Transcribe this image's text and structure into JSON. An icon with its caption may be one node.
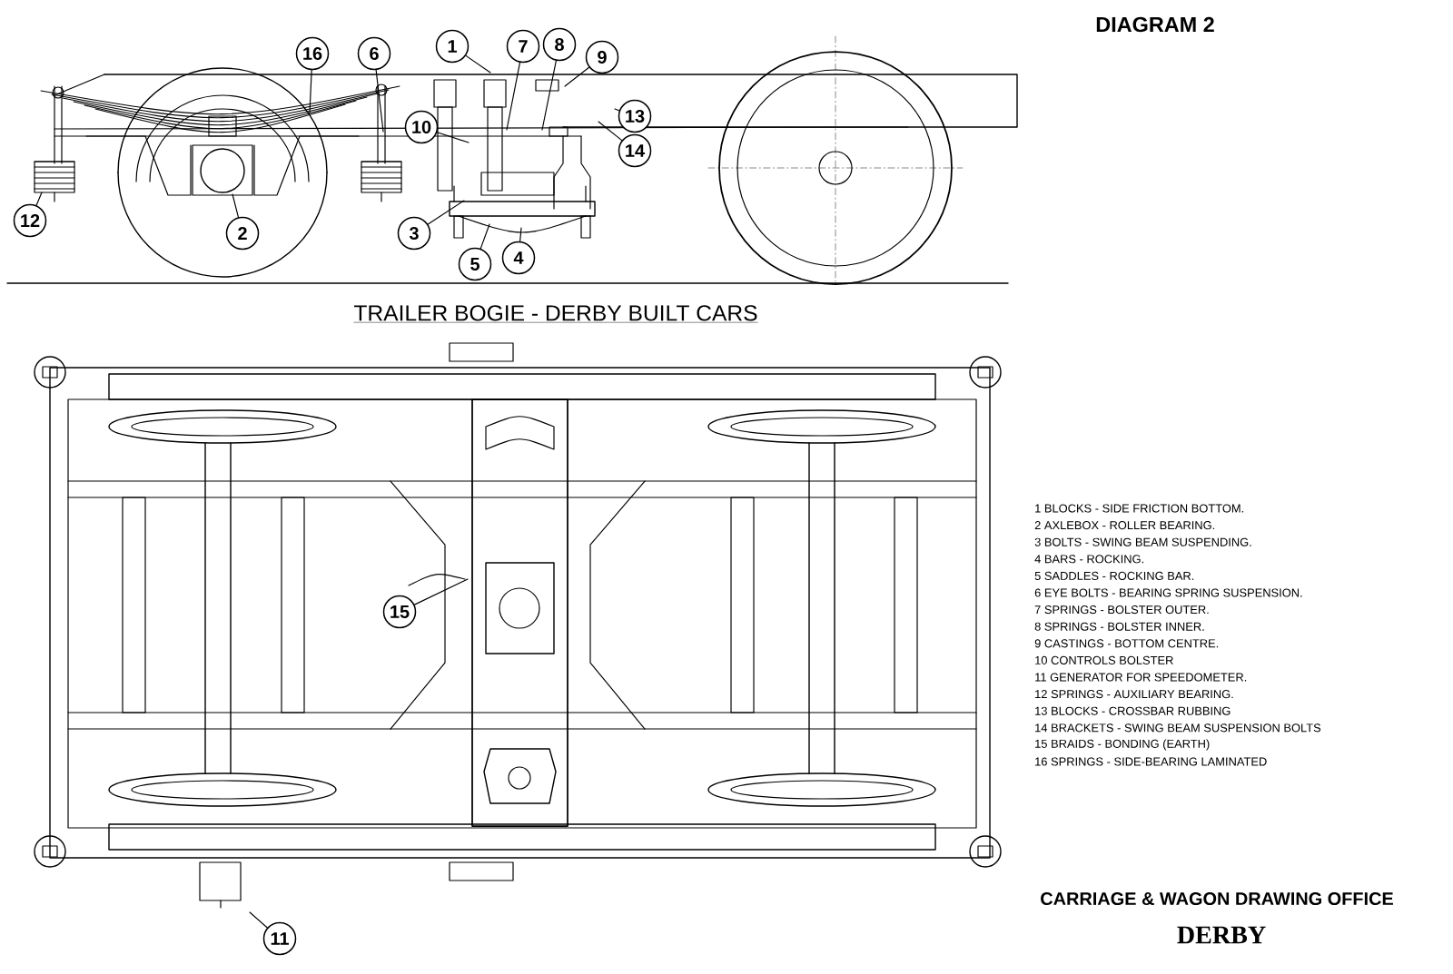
{
  "diagram": {
    "title": "DIAGRAM 2",
    "caption": "TRAILER BOGIE - DERBY BUILT CARS",
    "nodes": [
      {
        "text": [
          "1"
        ]
      },
      {
        "text": [
          "7"
        ]
      },
      {
        "text": [
          "8"
        ]
      },
      {
        "text": [
          "16"
        ]
      },
      {
        "text": [
          "6"
        ]
      },
      {
        "text": [
          "9"
        ]
      },
      {
        "text": [
          "13"
        ]
      },
      {
        "text": [
          "10"
        ]
      },
      {
        "text": [
          "14"
        ]
      },
      {
        "text": [
          "12"
        ]
      },
      {
        "text": [
          "2"
        ]
      },
      {
        "text": [
          "3"
        ]
      },
      {
        "text": [
          "4"
        ]
      },
      {
        "text": [
          "5"
        ]
      },
      {
        "text": [
          "15"
        ]
      },
      {
        "text": [
          "11"
        ]
      }
    ],
    "edges": [
      {
        "from": 0,
        "to": null,
        "arrow": "none"
      },
      {
        "from": 1,
        "to": null,
        "arrow": "none"
      },
      {
        "from": 2,
        "to": null,
        "arrow": "none"
      },
      {
        "from": 3,
        "to": null,
        "arrow": "none"
      },
      {
        "from": 4,
        "to": null,
        "arrow": "none"
      },
      {
        "from": 5,
        "to": null,
        "arrow": "none"
      },
      {
        "from": 6,
        "to": null,
        "arrow": "none"
      },
      {
        "from": 7,
        "to": null,
        "arrow": "none"
      },
      {
        "from": 8,
        "to": null,
        "arrow": "none"
      },
      {
        "from": 9,
        "to": null,
        "arrow": "none"
      },
      {
        "from": 10,
        "to": null,
        "arrow": "none"
      },
      {
        "from": 11,
        "to": null,
        "arrow": "none"
      },
      {
        "from": 12,
        "to": null,
        "arrow": "none"
      },
      {
        "from": 13,
        "to": null,
        "arrow": "none"
      },
      {
        "from": 14,
        "to": null,
        "arrow": "none"
      },
      {
        "from": 15,
        "to": null,
        "arrow": "none"
      }
    ],
    "labels": [
      "1 BLOCKS - SIDE FRICTION BOTTOM.",
      "2 AXLEBOX - ROLLER BEARING.",
      "3 BOLTS - SWING BEAM SUSPENDING.",
      "4 BARS - ROCKING.",
      "5 SADDLES - ROCKING BAR.",
      "6 EYE BOLTS - BEARING SPRING SUSPENSION.",
      "7 SPRINGS - BOLSTER OUTER.",
      "8 SPRINGS - BOLSTER INNER.",
      "9 CASTINGS - BOTTOM CENTRE.",
      "10 CONTROLS BOLSTER",
      "11 GENERATOR FOR SPEEDOMETER.",
      "12 SPRINGS - AUXILIARY BEARING.",
      "13 BLOCKS - CROSSBAR RUBBING",
      "14 BRACKETS - SWING BEAM SUSPENSION BOLTS",
      "15 BRAIDS - BONDING (EARTH)",
      "16 SPRINGS - SIDE-BEARING LAMINATED",
      "CARRIAGE & WAGON DRAWING OFFICE",
      "DERBY"
    ]
  }
}
